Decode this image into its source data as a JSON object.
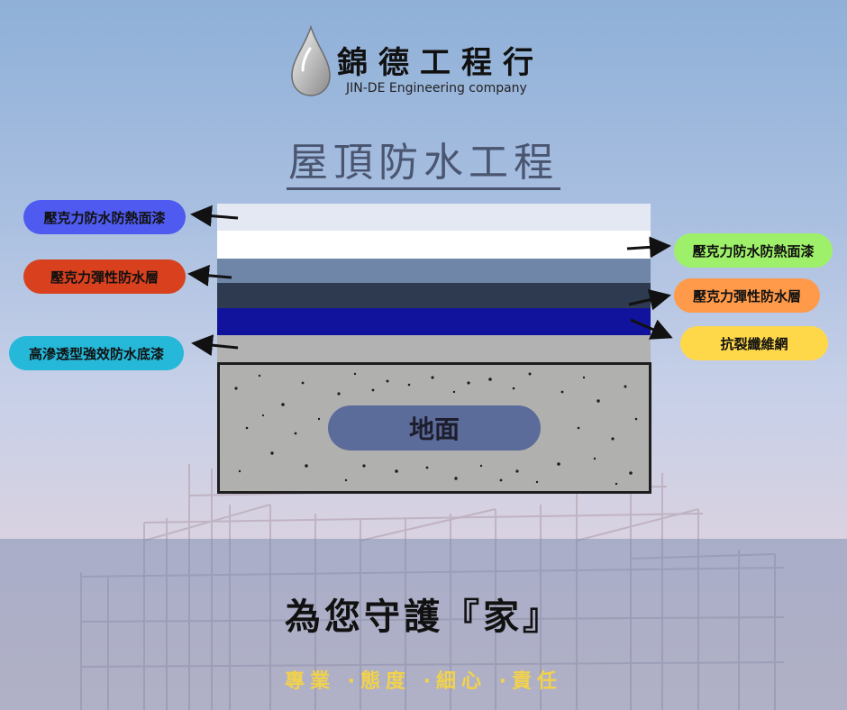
{
  "brand": {
    "name": "錦德工程行",
    "name_en": "JIN-DE Engineering company",
    "logo_icon": "water-drop-icon"
  },
  "title": "屋頂防水工程",
  "layers_left": [
    {
      "label": "壓克力防水防熱面漆",
      "color": "#4f5bf0"
    },
    {
      "label": "壓克力彈性防水層",
      "color": "#d8401e"
    },
    {
      "label": "高滲透型強效防水底漆",
      "color": "#25b8d8"
    }
  ],
  "layers_right": [
    {
      "label": "壓克力防水防熱面漆",
      "color": "#9ef06a"
    },
    {
      "label": "壓克力彈性防水層",
      "color": "#ff9a4a"
    },
    {
      "label": "抗裂纖維網",
      "color": "#ffd84a"
    }
  ],
  "layer_colors": [
    "#e4e8f2",
    "#ffffff",
    "#6f86a8",
    "#2e3a50",
    "#12139c",
    "#b2b2b2"
  ],
  "ground": {
    "label": "地面",
    "color": "#b0b0ae"
  },
  "slogan": "為您守護『家』",
  "tagline": "專業 ·態度 ·細心 ·責任",
  "colors": {
    "title": "#4a5570",
    "tagline": "#f2d24a"
  }
}
